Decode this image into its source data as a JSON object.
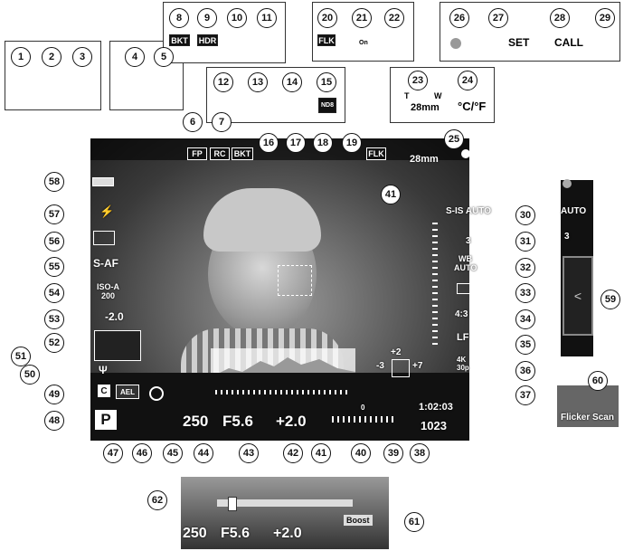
{
  "callouts": {
    "n1": "1",
    "n2": "2",
    "n3": "3",
    "n4": "4",
    "n5": "5",
    "n6": "6",
    "n7": "7",
    "n8": "8",
    "n9": "9",
    "n10": "10",
    "n11": "11",
    "n12": "12",
    "n13": "13",
    "n14": "14",
    "n15": "15",
    "n16": "16",
    "n17": "17",
    "n18": "18",
    "n19": "19",
    "n20": "20",
    "n21": "21",
    "n22": "22",
    "n23": "23",
    "n24": "24",
    "n25": "25",
    "n26": "26",
    "n27": "27",
    "n28": "28",
    "n29": "29",
    "n30": "30",
    "n31": "31",
    "n32": "32",
    "n33": "33",
    "n34": "34",
    "n35": "35",
    "n36": "36",
    "n37": "37",
    "n38": "38",
    "n39": "39",
    "n40": "40",
    "n41": "41",
    "n41b": "41",
    "n42": "42",
    "n43": "43",
    "n44": "44",
    "n45": "45",
    "n46": "46",
    "n47": "47",
    "n48": "48",
    "n49": "49",
    "n50": "50",
    "n51": "51",
    "n52": "52",
    "n53": "53",
    "n54": "54",
    "n55": "55",
    "n56": "56",
    "n57": "57",
    "n58": "58",
    "n59": "59",
    "n60": "60",
    "n61": "61",
    "n62": "62"
  },
  "icons": {
    "bkt": "BKT",
    "hdr": "HDR",
    "flk": "FLK",
    "fp": "FP",
    "rc": "RC",
    "nd": "ND8",
    "set": "SET",
    "call": "CALL",
    "temp": "°C/°F",
    "zoom_t": "T",
    "zoom_w": "W",
    "zoom_mm": "28mm",
    "flk_on": "On"
  },
  "screen": {
    "fp": "FP",
    "rc": "RC",
    "bkt": "BKT",
    "flk": "FLK",
    "zoom_mm": "28mm",
    "s_is": "S-IS AUTO",
    "face_num": "3",
    "wb": "WB",
    "wb_auto": "AUTO",
    "aspect": "4:3",
    "quality": "LF",
    "video_4k": "4K",
    "video_fps": "30p",
    "time": "1:02:03",
    "shots": "1023",
    "s_af": "S-AF",
    "iso": "ISO-A",
    "iso_val": "200",
    "flash_comp": "-2.0",
    "mode_c": "C",
    "ael": "AEL",
    "mode_p": "P",
    "shutter": "250",
    "aperture": "F5.6",
    "exp_comp": "+2.0",
    "exp_zero": "0",
    "tone_plus": "+2",
    "tone_minus": "-3",
    "tone_right": "+7",
    "side_auto": "AUTO",
    "side_3": "3"
  },
  "flicker_scan": "Flicker Scan",
  "bottom": {
    "shutter": "250",
    "aperture": "F5.6",
    "exp_comp": "+2.0",
    "boost": "Boost"
  }
}
